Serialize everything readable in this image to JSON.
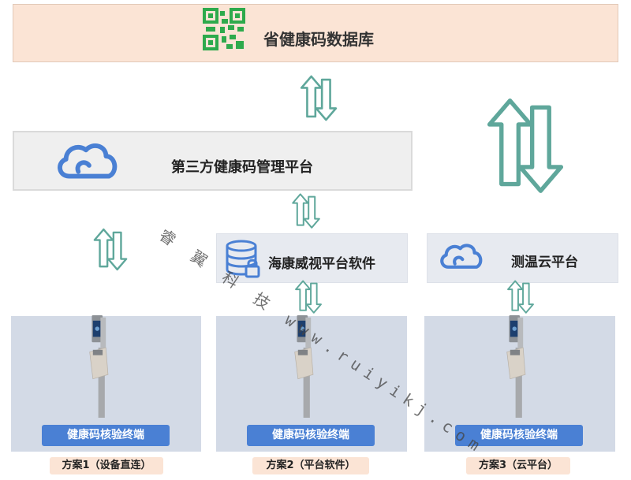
{
  "colors": {
    "arrow": "#5fa79b",
    "qr": "#2eaa4c",
    "accent_blue": "#4a80d4",
    "tag_peach": "#fbe4d5"
  },
  "icons": {
    "database": "qr-code-icon",
    "platform": "cloud-icon",
    "software": "database-lock-icon",
    "cloud": "cloud-icon"
  },
  "provincial_db": {
    "label": "省健康码数据库"
  },
  "third_party": {
    "label": "第三方健康码管理平台"
  },
  "hikvision": {
    "label": "海康威视平台软件"
  },
  "temp_cloud": {
    "label": "测温云平台"
  },
  "terminals": [
    {
      "tag": "健康码核验终端",
      "plan": "方案1（设备直连）"
    },
    {
      "tag": "健康码核验终端",
      "plan": "方案2（平台软件）"
    },
    {
      "tag": "健康码核验终端",
      "plan": "方案3（云平台）"
    }
  ],
  "watermark": {
    "text": "睿 翼 科 技 www.ruiyikj.com"
  }
}
